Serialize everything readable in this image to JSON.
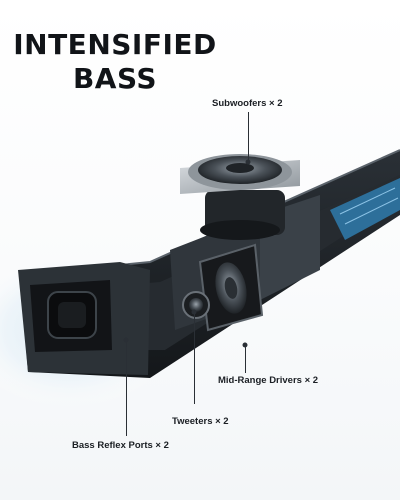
{
  "headline": {
    "line1": "INTENSIFIED",
    "line2": "BASS"
  },
  "callouts": {
    "subwoofers": "Subwoofers × 2",
    "midrange": "Mid-Range Drivers × 2",
    "tweeters": "Tweeters × 2",
    "bass_reflex": "Bass Reflex Ports × 2"
  },
  "colors": {
    "body_dark": "#1c2024",
    "body_mid": "#2f353b",
    "pcb_blue": "#2d6f9a",
    "glow": "#cfe3f0"
  }
}
